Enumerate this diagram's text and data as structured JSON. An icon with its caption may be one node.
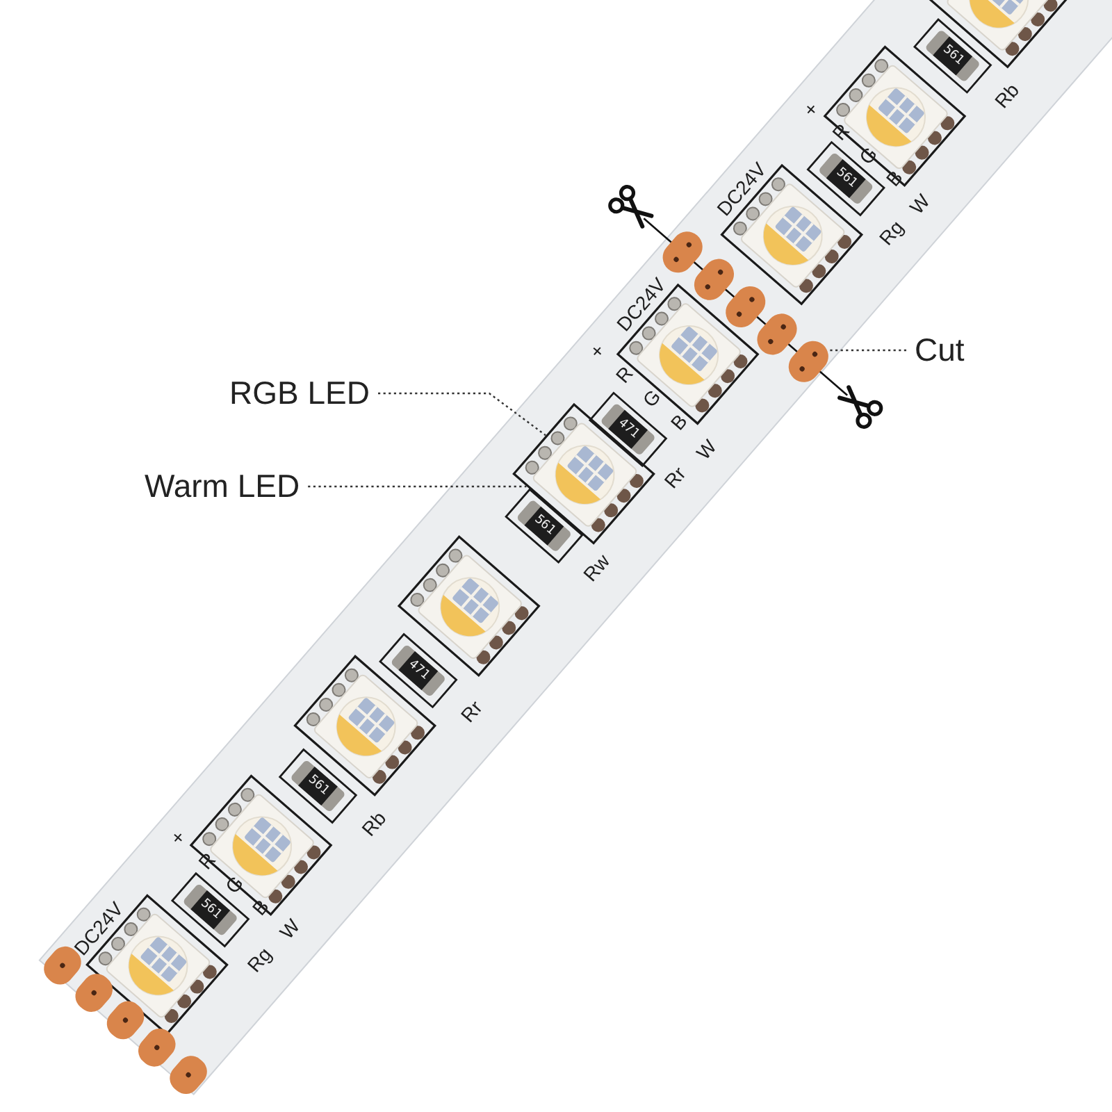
{
  "diagram": {
    "nodes": [
      {
        "text": [
          "RGB LED"
        ]
      },
      {
        "text": [
          "Warm LED"
        ]
      },
      {
        "text": [
          "Cut"
        ]
      },
      {
        "text": [],
        "shape": "box"
      },
      {
        "text": [],
        "shape": "box"
      },
      {
        "text": [],
        "shape": "box"
      },
      {
        "text": [],
        "shape": "box"
      },
      {
        "text": [],
        "shape": "box"
      },
      {
        "text": [],
        "shape": "box"
      },
      {
        "text": [],
        "shape": "box"
      },
      {
        "text": [],
        "shape": "box"
      },
      {
        "text": [],
        "shape": "box"
      },
      {
        "text": [],
        "shape": "box"
      },
      {
        "text": [],
        "shape": "box"
      }
    ],
    "edges": [
      {
        "from": 0,
        "to": 7,
        "arrow": "none",
        "style": "dashed"
      },
      {
        "from": 1,
        "to": 7,
        "arrow": "none",
        "style": "dashed"
      },
      {
        "from": 2,
        "to": 12,
        "arrow": "none",
        "style": "dashed"
      }
    ],
    "labels": [
      "DC24V",
      "+",
      "R",
      "G",
      "B",
      "W",
      "561",
      "Rg",
      "561",
      "Rb",
      "471",
      "Rr",
      "561",
      "Rw",
      "471",
      "Rr",
      "+",
      "R",
      "G",
      "B",
      "W",
      "DC24V",
      "DC24V",
      "561",
      "Rg",
      "+",
      "R",
      "G",
      "B",
      "W",
      "561",
      "Rb"
    ]
  }
}
